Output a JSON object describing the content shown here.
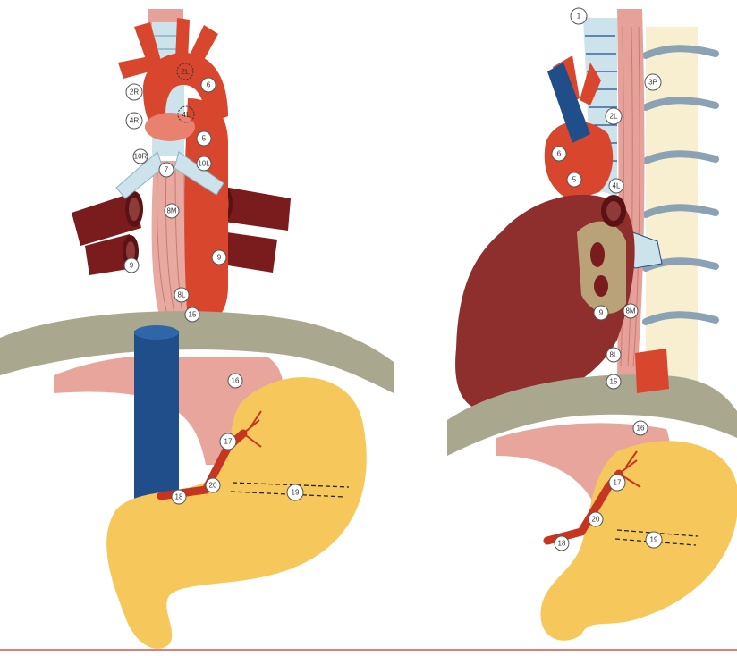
{
  "colors": {
    "aorta": "#d9462e",
    "aorta_dark": "#b5331f",
    "vein": "#1f4e8a",
    "heart": "#8e2f2d",
    "pulmonary_vessel": "#7a1c1e",
    "stomach": "#f6c75a",
    "diaphragm": "#a9a88e",
    "esophagus": "#e6a29a",
    "trachea": "#cde3ec",
    "spine": "#f7efcf",
    "vertebra": "#8aa2b4",
    "footer_line": "#d9534f"
  },
  "left_panel": {
    "node_labels": [
      "2L",
      "2R",
      "6",
      "4R",
      "4L",
      "5",
      "10R",
      "7",
      "10L",
      "8M",
      "9",
      "9",
      "8L",
      "15",
      "16",
      "17",
      "20",
      "18",
      "19"
    ]
  },
  "right_panel": {
    "node_labels": [
      "1",
      "3P",
      "2L",
      "6",
      "5",
      "4L",
      "9",
      "8M",
      "8L",
      "15",
      "16",
      "17",
      "20",
      "18",
      "19"
    ]
  }
}
